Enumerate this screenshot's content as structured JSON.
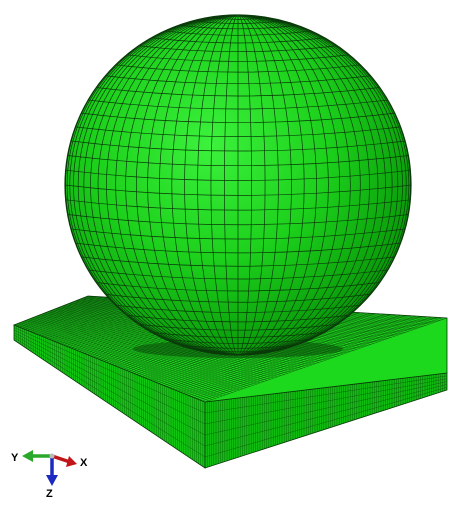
{
  "viewport": {
    "model_color": "#10d010",
    "mesh_line_color": "#0a3a0a",
    "background_color": "#ffffff"
  },
  "objects": [
    {
      "name": "sphere",
      "shape": "sphere",
      "meshed": true
    },
    {
      "name": "plate",
      "shape": "box",
      "meshed": true
    }
  ],
  "triad": {
    "x_label": "X",
    "y_label": "Y",
    "z_label": "Z",
    "x_color": "#c0161a",
    "y_color": "#2aa829",
    "z_color": "#1c2ac0"
  }
}
